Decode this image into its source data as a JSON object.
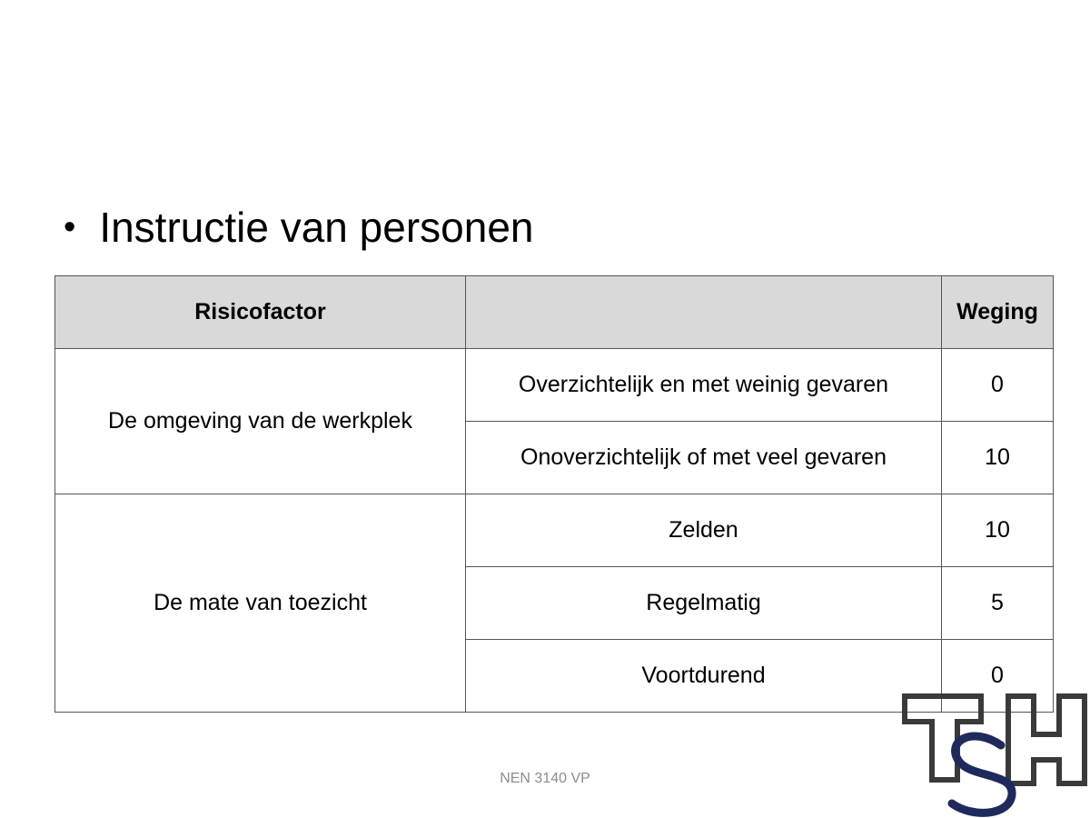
{
  "slide": {
    "bullet": "•",
    "title": "Instructie van personen"
  },
  "table": {
    "headers": [
      "Risicofactor",
      "",
      "Weging"
    ],
    "groups": [
      {
        "factor": "De omgeving van de werkplek",
        "rows": [
          {
            "option": "Overzichtelijk en met weinig gevaren",
            "weight": "0"
          },
          {
            "option": "Onoverzichtelijk of met veel gevaren",
            "weight": "10"
          }
        ]
      },
      {
        "factor": "De mate van toezicht",
        "rows": [
          {
            "option": "Zelden",
            "weight": "10"
          },
          {
            "option": "Regelmatig",
            "weight": "5"
          },
          {
            "option": "Voortdurend",
            "weight": "0"
          }
        ]
      }
    ]
  },
  "footer": {
    "text": "NEN 3140 VP"
  },
  "logo": {
    "text": "TSH",
    "colors": {
      "frame": "#3a3a3a",
      "s": "#1f2a5c"
    }
  }
}
